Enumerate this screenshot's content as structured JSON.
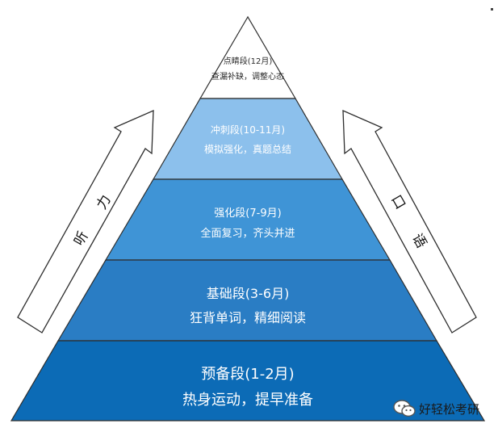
{
  "pyramid": {
    "tiers": [
      {
        "title": "点睛段(12月)",
        "subtitle": "查漏补缺，调整心态",
        "fill": "#ffffff",
        "text_color": "#2b2b2b"
      },
      {
        "title": "冲刺段(10-11月)",
        "subtitle": "模拟强化，真题总结",
        "fill": "#8cc0ec",
        "text_color": "#ffffff"
      },
      {
        "title": "强化段(7-9月)",
        "subtitle": "全面复习，齐头并进",
        "fill": "#3f94d6",
        "text_color": "#ffffff"
      },
      {
        "title": "基础段(3-6月)",
        "subtitle": "狂背单词，精细阅读",
        "fill": "#2a7dc4",
        "text_color": "#ffffff"
      },
      {
        "title": "预备段(1-2月)",
        "subtitle": "热身运动，提早准备",
        "fill": "#0c6bb6",
        "text_color": "#ffffff"
      }
    ],
    "border_color": "#2d2d2d"
  },
  "arrows": {
    "left": {
      "chars": [
        "听",
        "力"
      ]
    },
    "right": {
      "chars": [
        "口",
        "语"
      ]
    }
  },
  "watermark": {
    "text": "好轻松考研",
    "icon": "wechat-icon"
  }
}
